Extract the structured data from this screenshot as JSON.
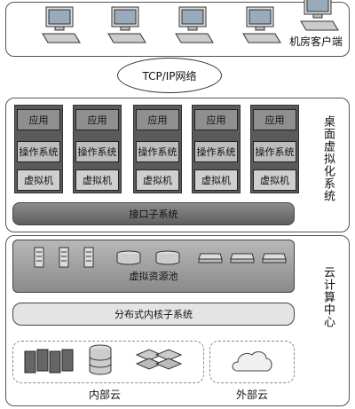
{
  "client": {
    "label": "机房客户端",
    "computers": [
      "computer-icon",
      "computer-icon",
      "computer-icon",
      "computer-icon",
      "computer-icon"
    ]
  },
  "network": {
    "label": "TCP/IP网络"
  },
  "desktop": {
    "title": "桌面虚拟化系统",
    "vm_stacks": [
      {
        "app": "应用",
        "os": "操作系统",
        "vm": "虚拟机"
      },
      {
        "app": "应用",
        "os": "操作系统",
        "vm": "虚拟机"
      },
      {
        "app": "应用",
        "os": "操作系统",
        "vm": "虚拟机"
      },
      {
        "app": "应用",
        "os": "操作系统",
        "vm": "虚拟机"
      },
      {
        "app": "应用",
        "os": "操作系统",
        "vm": "虚拟机"
      }
    ],
    "interface_label": "接口子系统"
  },
  "cloud": {
    "title": "云计算中心",
    "pool_label": "虚拟资源池",
    "pool_icons": [
      "server-icon",
      "server-icon",
      "server-icon",
      "storage-disk-icon",
      "storage-disk-icon",
      "router-icon",
      "router-icon",
      "router-icon"
    ],
    "kernel_label": "分布式内核子系统",
    "inner_label": "内部云",
    "outer_label": "外部云",
    "inner_icons": [
      "server-rack-icon",
      "database-icon",
      "storage-array-icon"
    ],
    "outer_icons": [
      "cloud-icon"
    ]
  }
}
